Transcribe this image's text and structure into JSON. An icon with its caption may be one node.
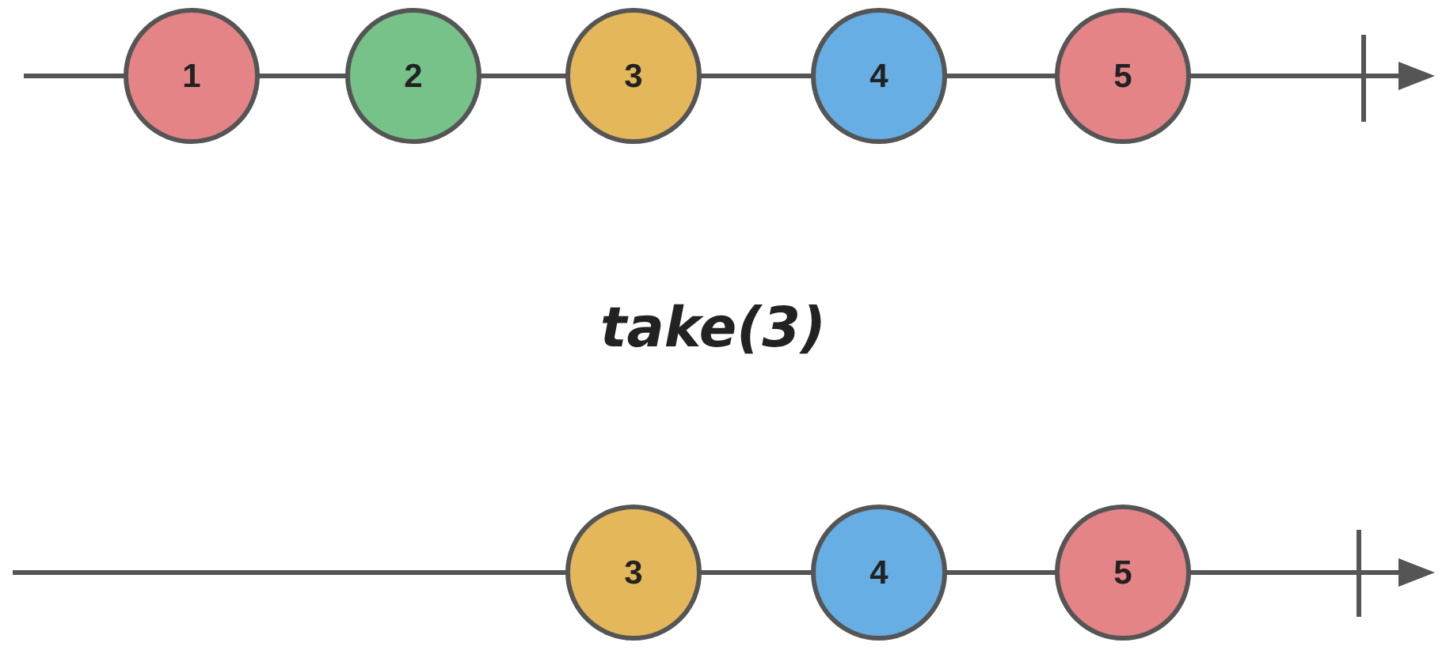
{
  "diagram": {
    "nodes": [
      {
        "text": [
          "1"
        ]
      },
      {
        "text": [
          "2"
        ]
      },
      {
        "text": [
          "3"
        ]
      },
      {
        "text": [
          "4"
        ]
      },
      {
        "text": [
          "5"
        ]
      },
      {
        "text": [
          "3"
        ]
      },
      {
        "text": [
          "4"
        ]
      },
      {
        "text": [
          "5"
        ]
      }
    ],
    "labels": [
      "take(3)"
    ]
  }
}
